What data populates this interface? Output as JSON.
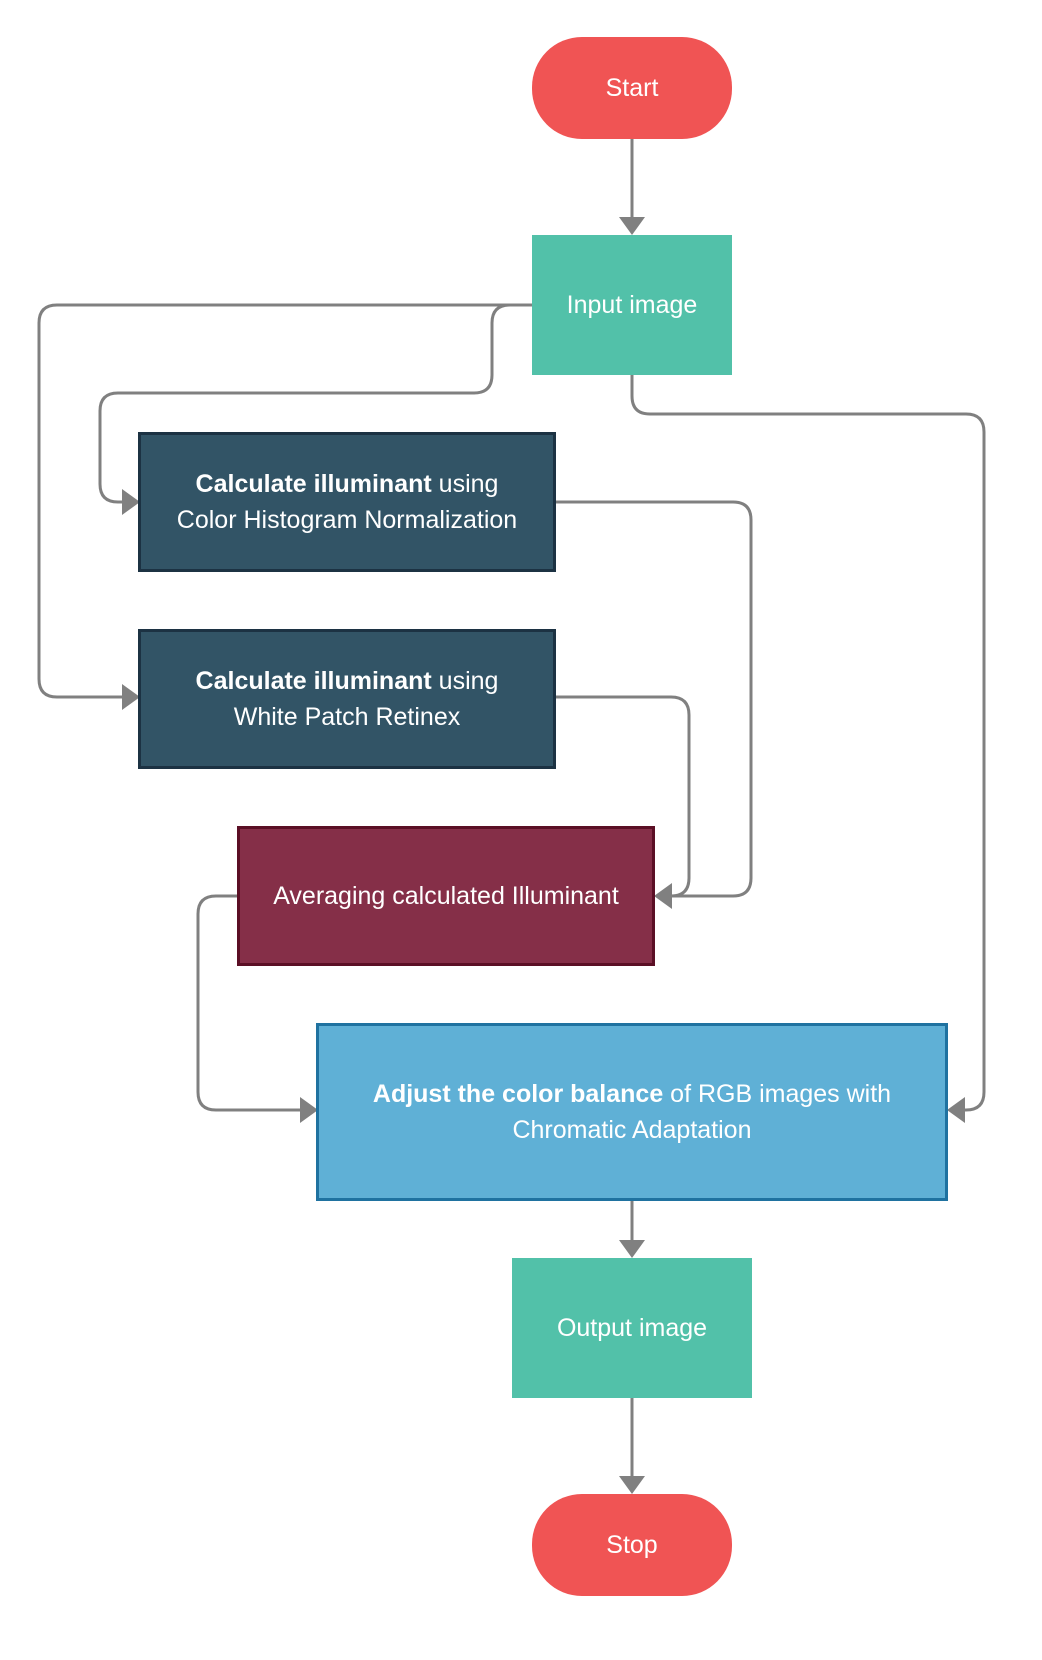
{
  "colors": {
    "terminal": "#f05454",
    "io": "#52c1a9",
    "process": "#325466",
    "average": "#852f48",
    "adjust": "#5fb0d6",
    "edge": "#808080"
  },
  "nodes": {
    "start": {
      "label": "Start"
    },
    "input_image": {
      "label": "Input image"
    },
    "chn": {
      "bold": "Calculate illuminant",
      "rest": " using",
      "line2": "Color Histogram Normalization"
    },
    "wpr": {
      "bold": "Calculate illuminant",
      "rest": " using",
      "line2": "White Patch Retinex"
    },
    "average": {
      "label": "Averaging calculated Illuminant"
    },
    "adjust": {
      "bold": "Adjust the color balance",
      "rest": " of RGB images with",
      "line2": "Chromatic Adaptation"
    },
    "output_image": {
      "label": "Output image"
    },
    "stop": {
      "label": "Stop"
    }
  },
  "edges": [
    {
      "from": "start",
      "to": "input_image"
    },
    {
      "from": "input_image",
      "to": "chn"
    },
    {
      "from": "input_image",
      "to": "wpr"
    },
    {
      "from": "input_image",
      "to": "adjust"
    },
    {
      "from": "chn",
      "to": "average"
    },
    {
      "from": "wpr",
      "to": "average"
    },
    {
      "from": "average",
      "to": "adjust"
    },
    {
      "from": "adjust",
      "to": "output_image"
    },
    {
      "from": "output_image",
      "to": "stop"
    }
  ]
}
